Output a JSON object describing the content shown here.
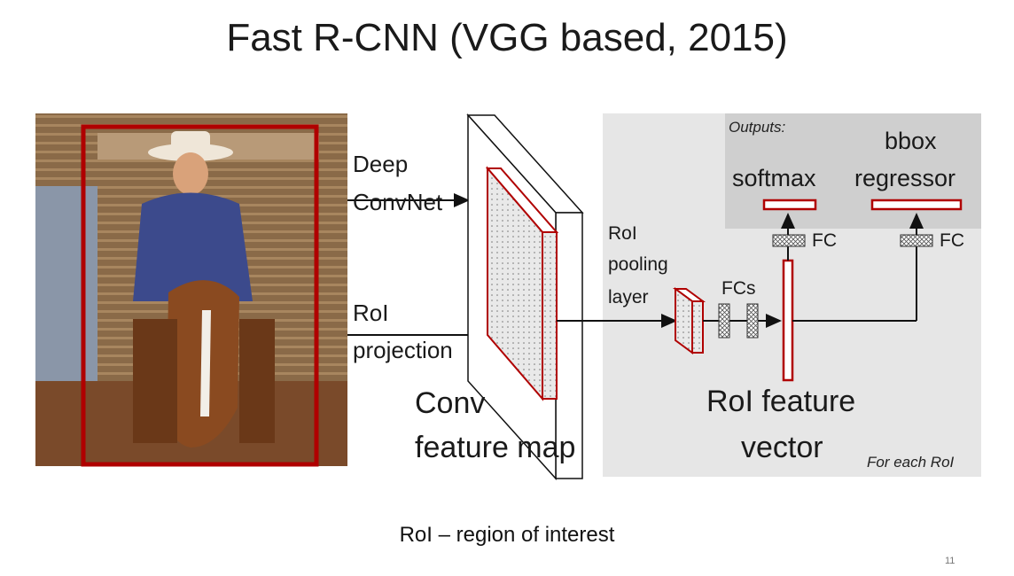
{
  "title": "Fast R-CNN (VGG based, 2015)",
  "labels": {
    "deep_convnet_line1": "Deep",
    "deep_convnet_line2": "ConvNet",
    "roi_projection_line1": "RoI",
    "roi_projection_line2": "projection",
    "conv_feature_map_line1": "Conv",
    "conv_feature_map_line2": "feature map",
    "roi_pooling_line1": "RoI",
    "roi_pooling_line2": "pooling",
    "roi_pooling_line3": "layer",
    "fcs": "FCs",
    "fc_left": "FC",
    "fc_right": "FC",
    "outputs": "Outputs:",
    "softmax": "softmax",
    "bbox_line1": "bbox",
    "bbox_line2": "regressor",
    "roi_feature_line1": "RoI feature",
    "roi_feature_line2": "vector",
    "for_each_roi": "For each RoI"
  },
  "footer": "RoI – region of interest",
  "page_number": "11",
  "colors": {
    "accent_red": "#b00000",
    "panel_gray": "#e6e6e6",
    "outputs_gray": "#cfcfcf"
  }
}
